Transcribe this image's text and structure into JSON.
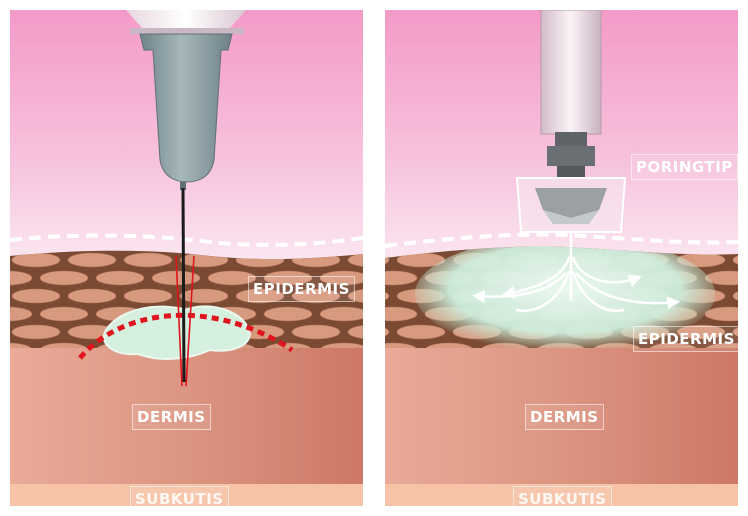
{
  "left_panel": {
    "labels": {
      "epidermis": "EPIDERMIS",
      "dermis": "DERMIS",
      "subcutis": "SUBKUTIS"
    }
  },
  "right_panel": {
    "labels": {
      "device": "PORINGTIP",
      "epidermis": "EPIDERMIS",
      "dermis": "DERMIS",
      "subcutis": "SUBKUTIS"
    }
  },
  "colors": {
    "surface_top": "#f39ac8",
    "surface_bottom": "#fbe9f2",
    "epidermis_base": "#7a4a33",
    "cell": "#d89a7f",
    "dermis": "#d98a78",
    "subcutis": "#f6c3a7",
    "fluid": "#d6f0df",
    "needle_hub": "#8fa3a7",
    "injury_marker": "#e0141e"
  },
  "icons": {
    "left_instrument": "hypodermic-needle-icon",
    "right_instrument": "poringtip-device-icon",
    "diffusion": "diffusion-arrows-icon"
  }
}
